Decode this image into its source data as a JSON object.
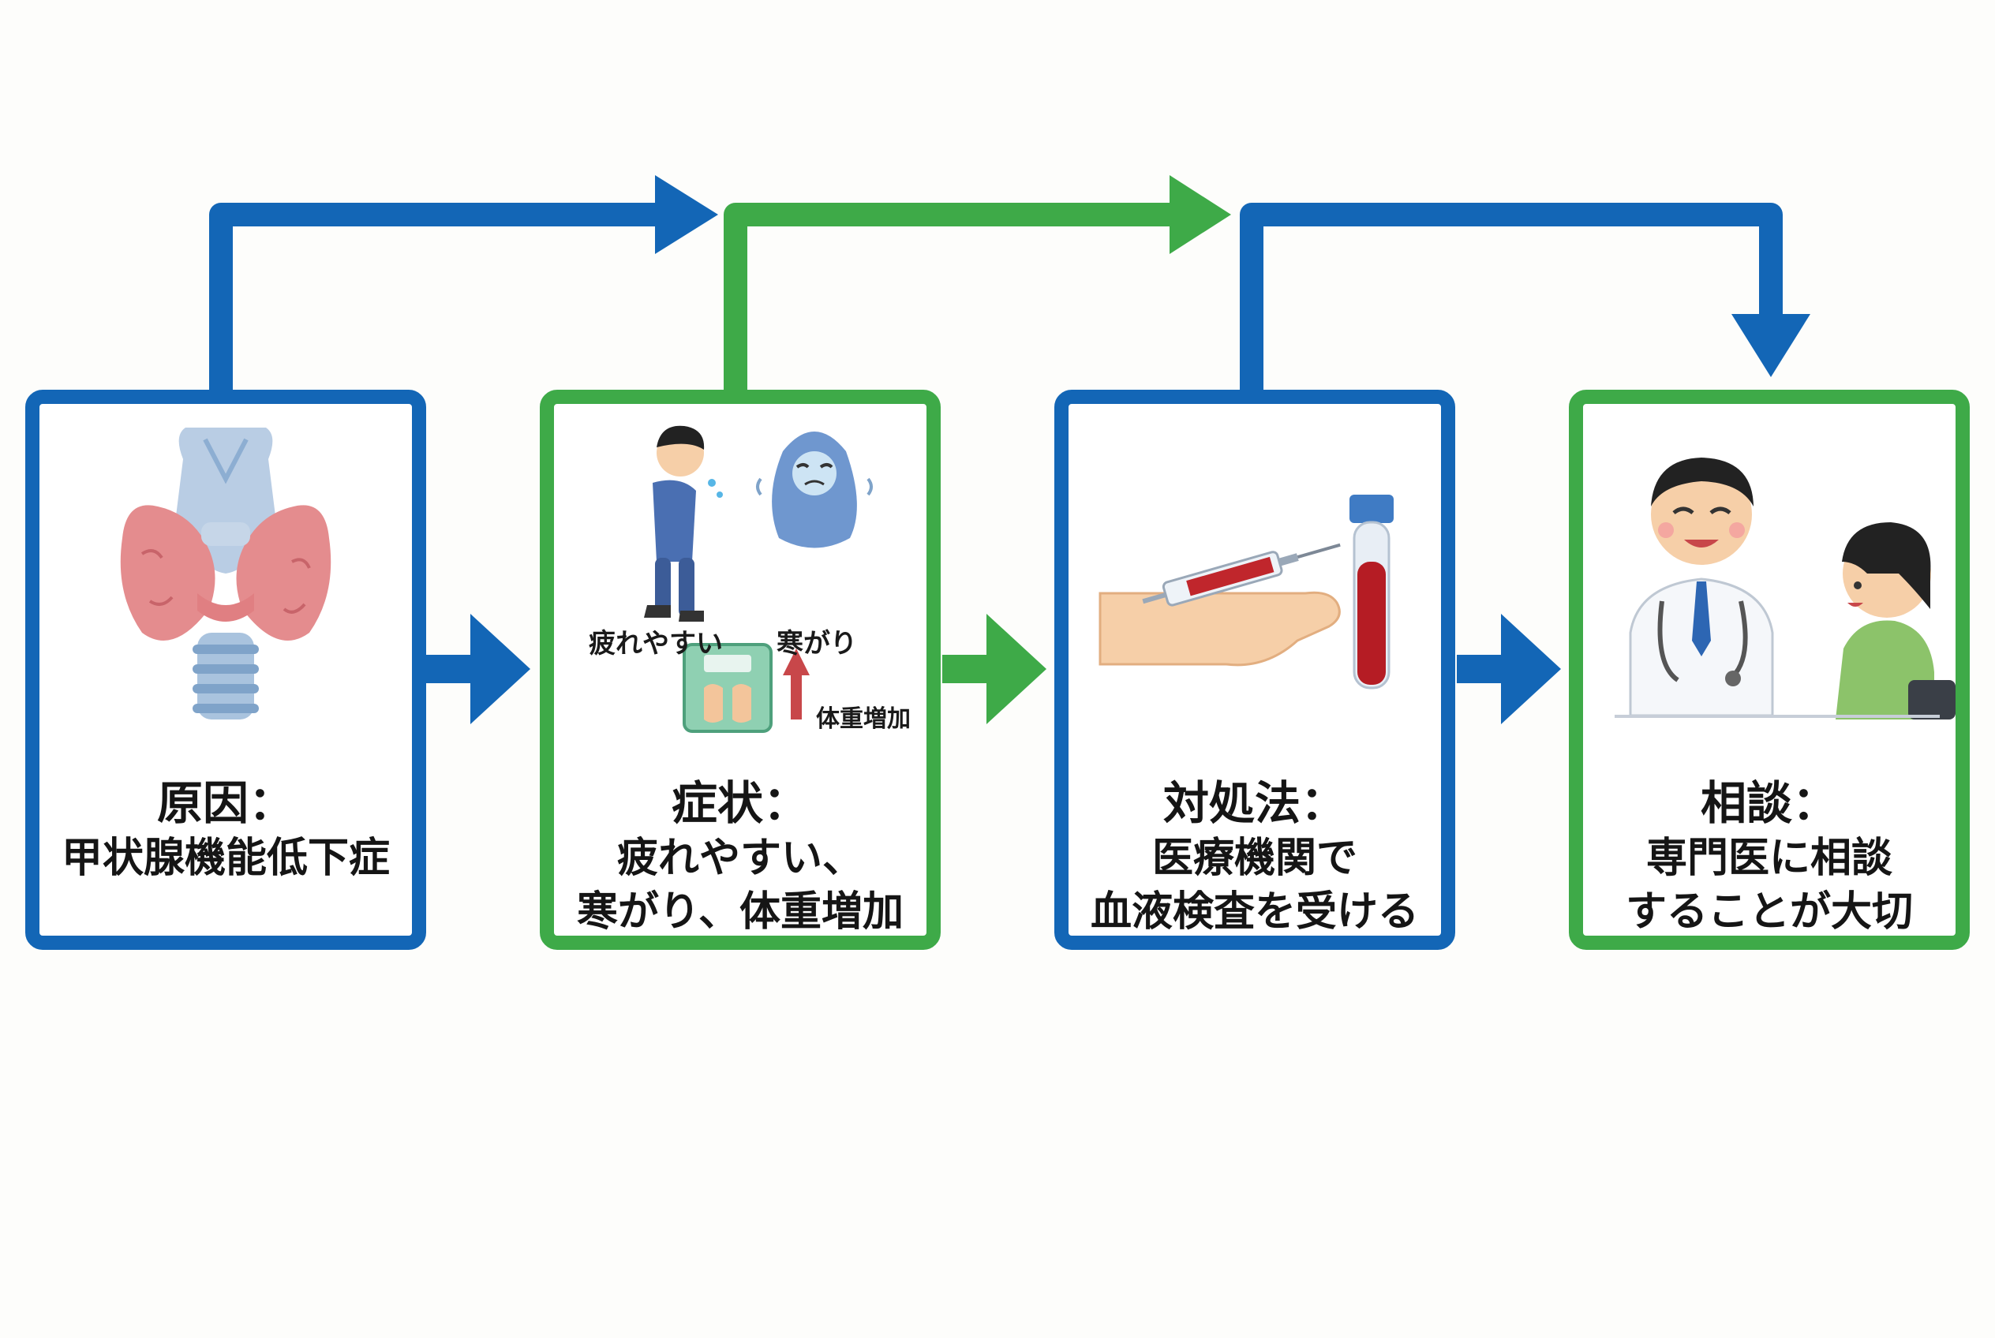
{
  "colors": {
    "blue": "#1366b6",
    "green": "#3eaa48",
    "text": "#151515"
  },
  "steps": [
    {
      "color": "blue",
      "title": "原因：",
      "body": "甲状腺機能低下症",
      "illustration": "thyroid-gland-icon"
    },
    {
      "color": "green",
      "title": "症状：",
      "body": "疲れやすい、\n寒がり、体重増加",
      "illustration": "symptoms-icons",
      "sub_labels": {
        "fatigue": "疲れやすい",
        "cold": "寒がり",
        "weight": "体重増加"
      }
    },
    {
      "color": "blue",
      "title": "対処法：",
      "body": "医療機関で\n血液検査を受ける",
      "illustration": "blood-test-icon"
    },
    {
      "color": "green",
      "title": "相談：",
      "body": "専門医に相談\nすることが大切",
      "illustration": "doctor-consultation-icon"
    }
  ]
}
